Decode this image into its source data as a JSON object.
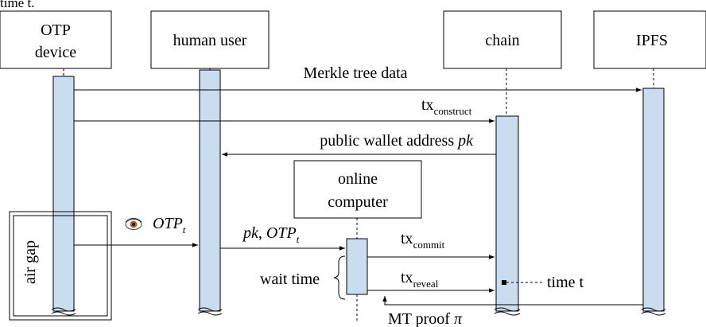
{
  "top_fragment": "time t.",
  "participants": {
    "otp_device": [
      "OTP",
      "device"
    ],
    "human_user": "human user",
    "chain": "chain",
    "ipfs": "IPFS",
    "online_computer": [
      "online",
      "computer"
    ]
  },
  "messages": {
    "merkle_tree_data": "Merkle tree data",
    "tx_construct": {
      "base": "tx",
      "sub": "construct"
    },
    "public_wallet_address": {
      "text": "public wallet address ",
      "italic": "pk"
    },
    "otp_read": {
      "italic": "OTP",
      "sub": "t"
    },
    "pk_otp": {
      "italic_a": "pk",
      "sep": ", ",
      "italic_b": "OTP",
      "sub": "t"
    },
    "tx_commit": {
      "base": "tx",
      "sub": "commit"
    },
    "tx_reveal": {
      "base": "tx",
      "sub": "reveal"
    },
    "mt_proof": {
      "text": "MT proof ",
      "symbol": "π"
    }
  },
  "annotations": {
    "air_gap": "air gap",
    "wait_time": "wait time",
    "time_t": "time t"
  },
  "icons": {
    "eye": "eye-icon"
  },
  "colors": {
    "activation_bar": "#c9dcf0",
    "line": "#000000"
  }
}
